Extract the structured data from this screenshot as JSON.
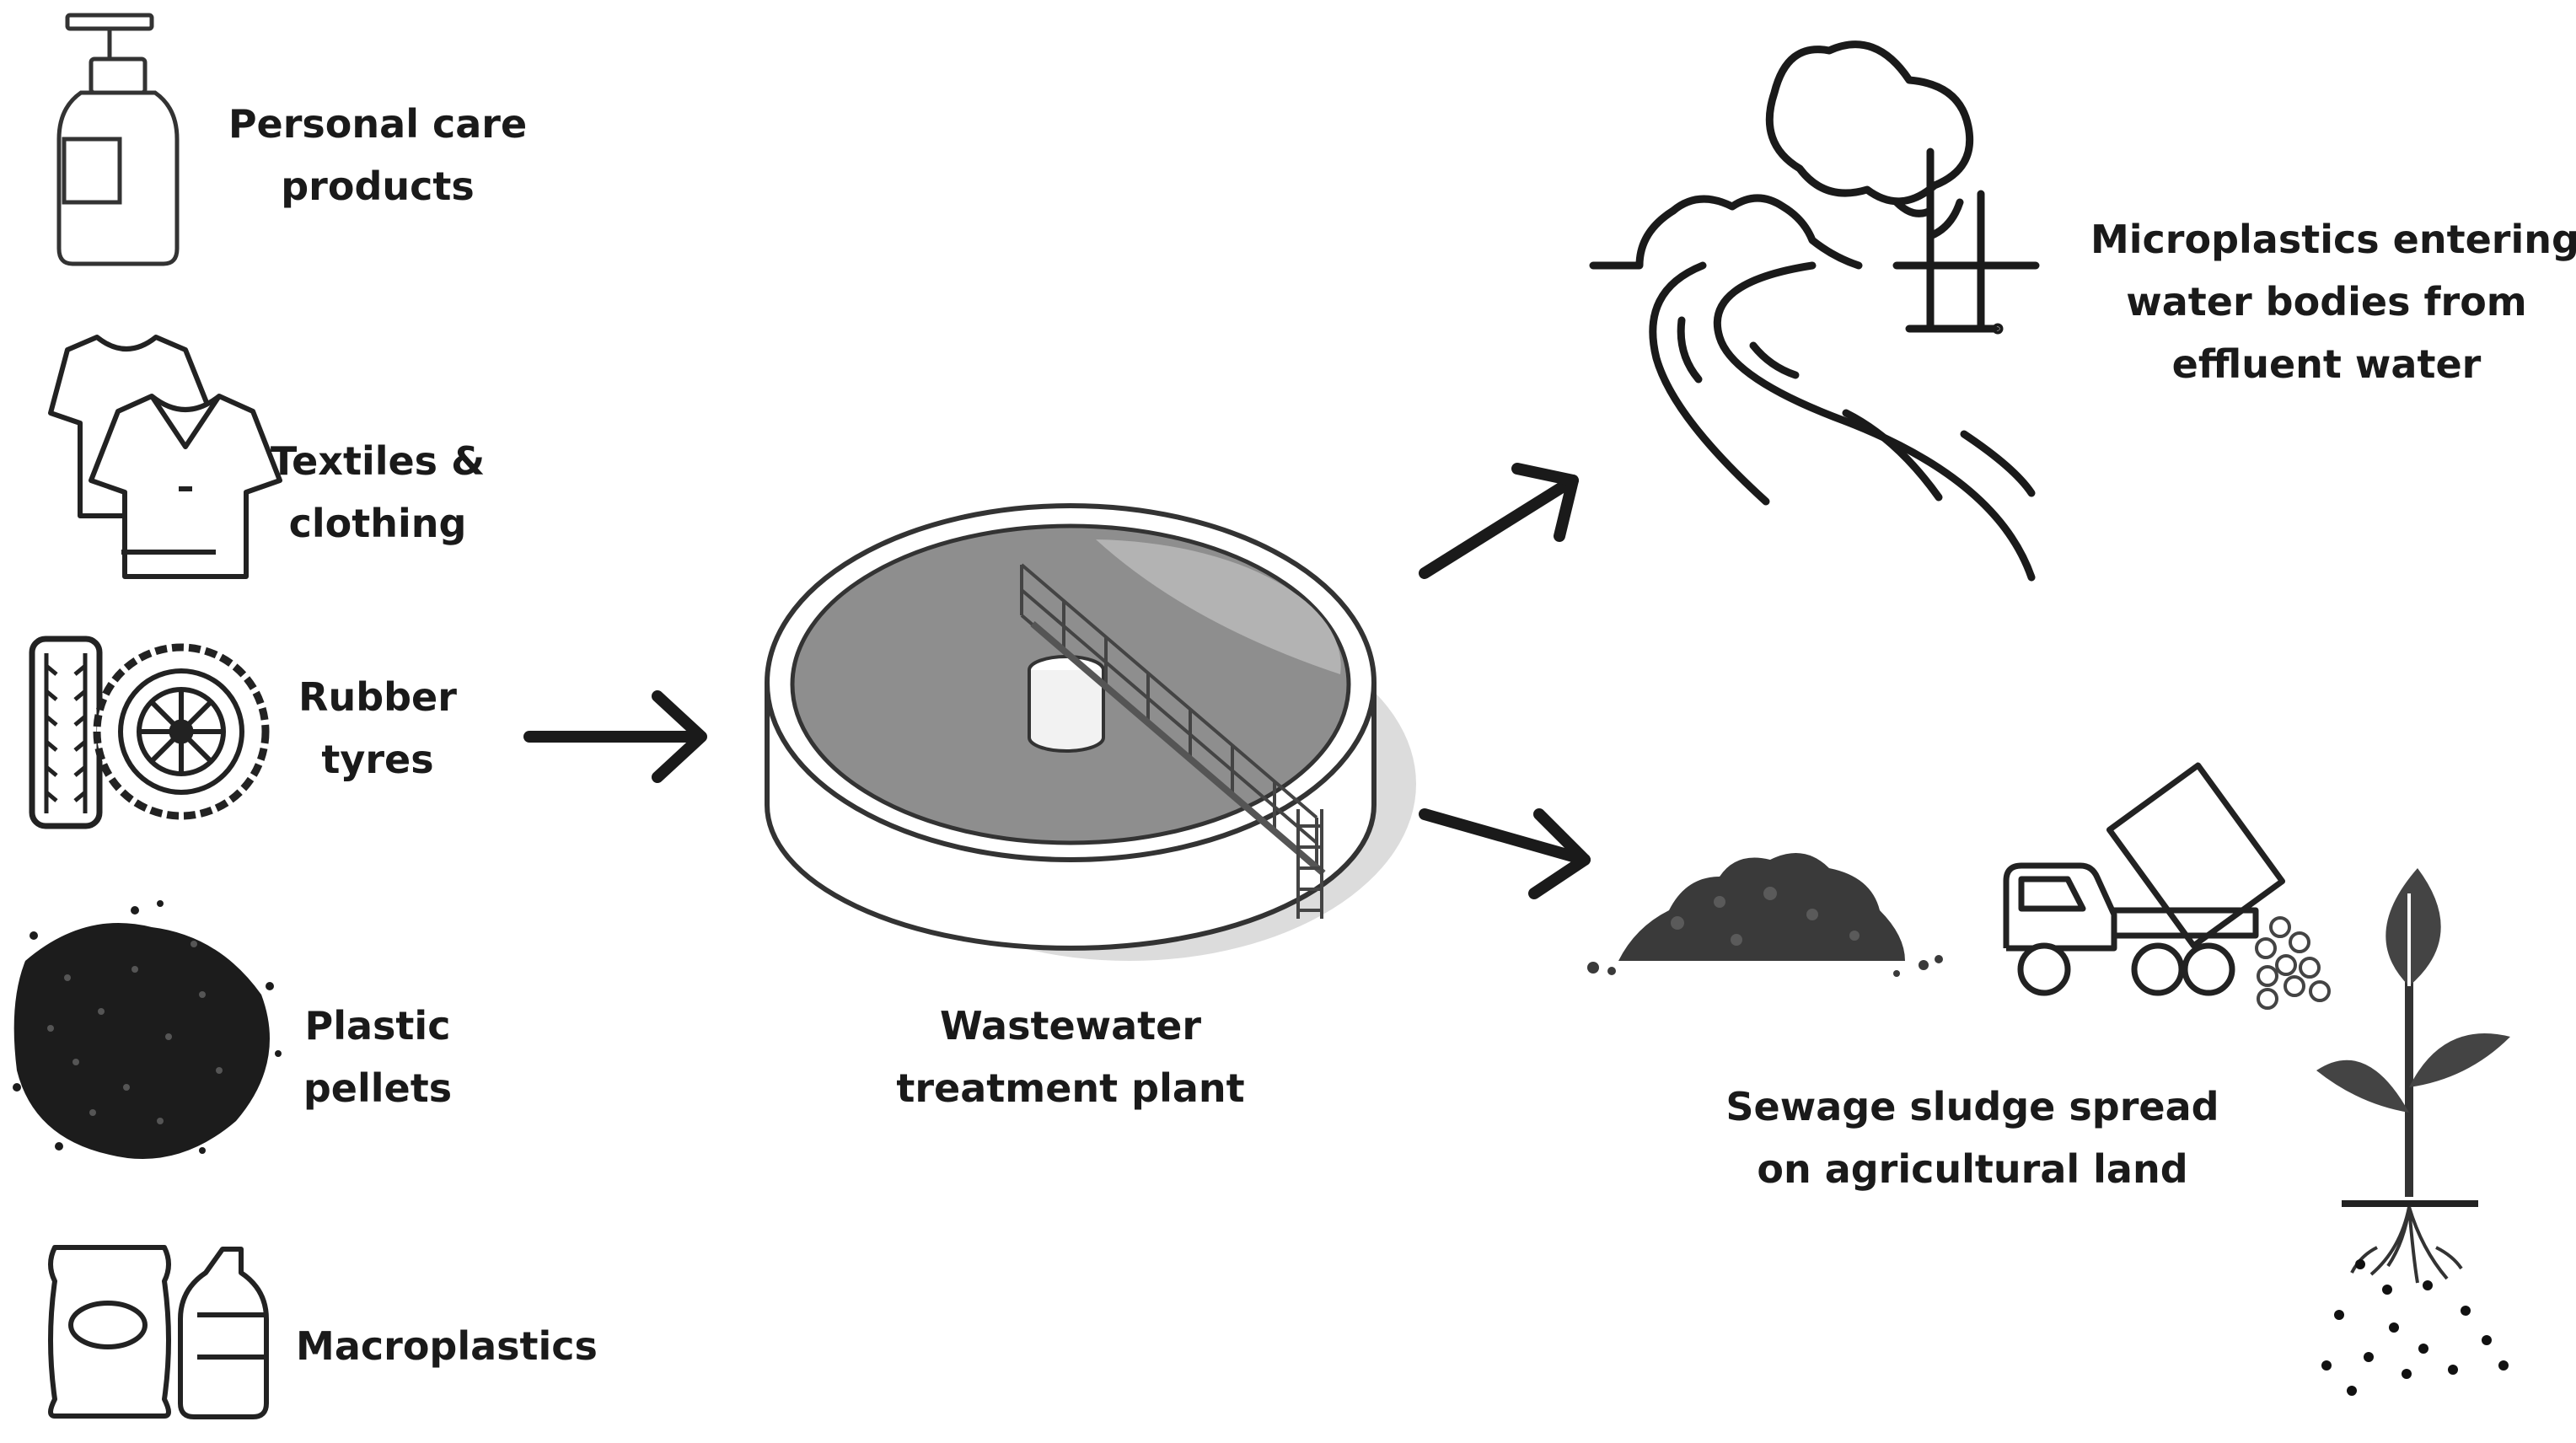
{
  "sources": [
    {
      "id": "personal-care",
      "icon": "pump-bottle-icon",
      "lines": [
        "Personal care",
        "products"
      ]
    },
    {
      "id": "textiles",
      "icon": "tshirt-icon",
      "lines": [
        "Textiles &",
        "clothing"
      ]
    },
    {
      "id": "rubber",
      "icon": "tyre-icon",
      "lines": [
        "Rubber",
        "tyres"
      ]
    },
    {
      "id": "pellets",
      "icon": "pellets-icon",
      "lines": [
        "Plastic",
        "pellets"
      ]
    },
    {
      "id": "macro",
      "icon": "bag-and-bottle-icon",
      "lines": [
        "Macroplastics"
      ]
    }
  ],
  "plant": {
    "icon": "clarifier-tank-icon",
    "lines": [
      "Wastewater",
      "treatment plant"
    ]
  },
  "outputs": [
    {
      "id": "water",
      "icon": "river-landscape-icon",
      "lines": [
        "Microplastics entering",
        "water bodies from",
        "effluent water"
      ]
    },
    {
      "id": "sludge",
      "icon": "sludge-truck-icon",
      "lines": [
        "Sewage sludge spread",
        "on agricultural land"
      ]
    }
  ],
  "colors": {
    "ink": "#1a1a1a",
    "grey": "#7a7a7a",
    "light": "#c8c8c8",
    "dark": "#3a3a3a"
  }
}
